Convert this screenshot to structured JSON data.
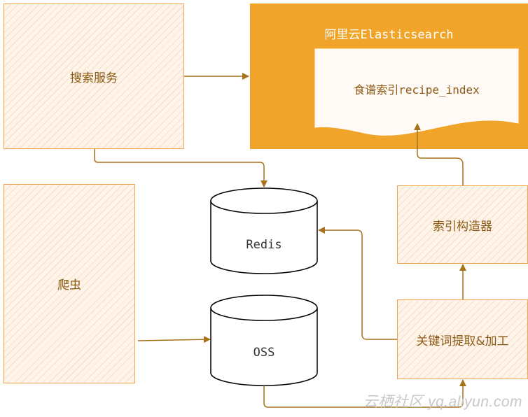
{
  "nodes": {
    "search_service": "搜索服务",
    "crawler": "爬虫",
    "es_title": "阿里云Elasticsearch",
    "recipe_index": "食谱索引recipe_index",
    "redis": "Redis",
    "oss": "OSS",
    "index_builder": "索引构造器",
    "keyword_extract": "关键词提取&加工"
  },
  "watermark": "云栖社区 yq.aliyun.com",
  "colors": {
    "box_border": "#f2a24a",
    "box_fill": "#fff4ea",
    "es_fill": "#f0a42a",
    "arrow": "#a8711c",
    "label_text": "#8b5a14"
  }
}
